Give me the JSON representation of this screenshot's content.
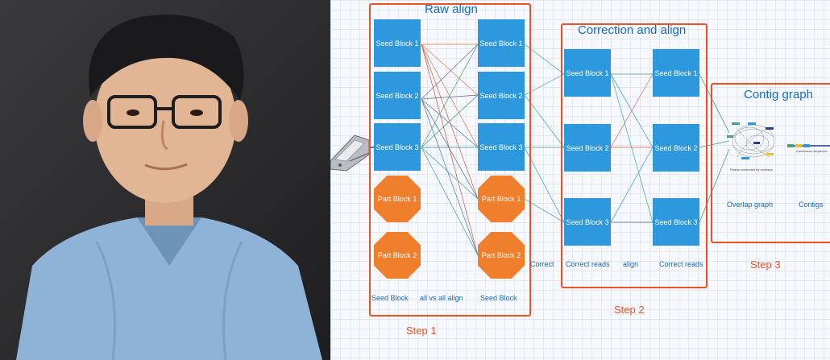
{
  "step1": {
    "title": "Raw align",
    "left_blocks": [
      "Seed Block 1",
      "Seed Block 2",
      "Seed Block 3"
    ],
    "left_parts": [
      "Part  Block 1",
      "Part  Block 2"
    ],
    "right_blocks": [
      "Seed Block 1",
      "Seed Block 2",
      "Seed Block 3"
    ],
    "right_parts": [
      "Part  Block 1",
      "Part  Block 2"
    ],
    "footer": {
      "left": "Seed Block",
      "mid": "all vs all align",
      "right": "Seed Block"
    },
    "step_label": "Step 1"
  },
  "between_label": "Correct",
  "step2": {
    "title": "Correction and align",
    "left_blocks": [
      "Seed Block 1",
      "Seed Block 2",
      "Seed Block 3"
    ],
    "right_blocks": [
      "Seed Block 1",
      "Seed Block 2",
      "Seed Block 3"
    ],
    "footer": {
      "left": "Correct reads",
      "mid": "align",
      "right": "Correct reads"
    },
    "step_label": "Step 2"
  },
  "step3": {
    "title": "Contig graph",
    "graph_caption": "Reads connected by overlaps",
    "contig_caption": "Consensus sequence",
    "labels": {
      "overlap": "Overlap graph",
      "contigs": "Contigs"
    },
    "step_label": "Step 3"
  },
  "colors": {
    "seed": "#2e98de",
    "part": "#f07f2d",
    "accent": "#e8532b",
    "title": "#1a6cb8"
  },
  "icons": {
    "photo": "person-photo",
    "sequencer": "sequencer-device-icon"
  }
}
